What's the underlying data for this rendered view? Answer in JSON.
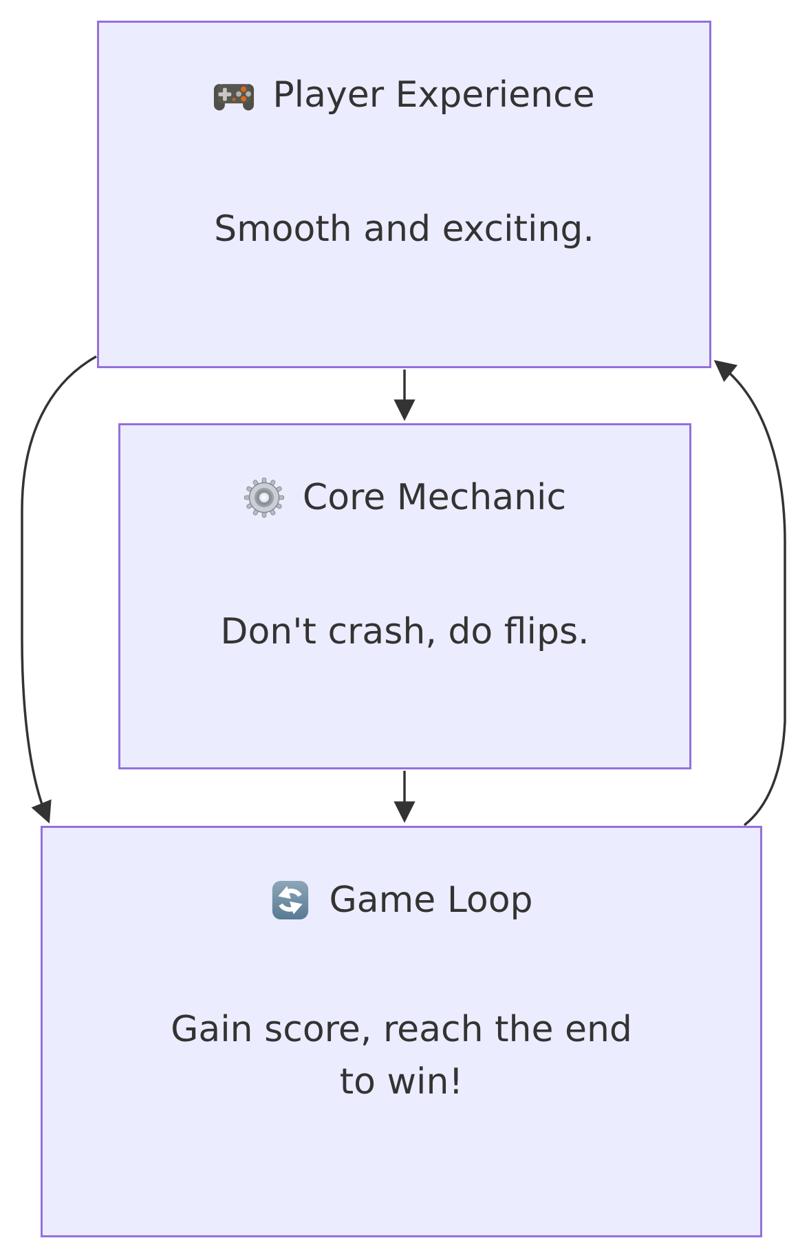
{
  "diagram": {
    "type": "flowchart-top-down",
    "background_color": "#ffffff",
    "node_fill_color": "#ECECFF",
    "node_border_color": "#9370DB",
    "text_color": "#333333",
    "edge_color": "#333333",
    "nodes": [
      {
        "id": "player-experience",
        "icon": "gamepad-icon",
        "title": "Player Experience",
        "body_lines": [
          "Smooth and exciting."
        ]
      },
      {
        "id": "core-mechanic",
        "icon": "gear-icon",
        "title": "Core Mechanic",
        "body_lines": [
          "Don't crash, do flips."
        ]
      },
      {
        "id": "game-loop",
        "icon": "counterclockwise-arrows-icon",
        "title": "Game Loop",
        "body_lines": [
          "Gain score, reach the end",
          "to win!"
        ]
      }
    ],
    "edges": [
      {
        "from": "player-experience",
        "to": "core-mechanic"
      },
      {
        "from": "core-mechanic",
        "to": "game-loop"
      },
      {
        "from": "player-experience",
        "to": "game-loop"
      },
      {
        "from": "game-loop",
        "to": "player-experience"
      }
    ]
  }
}
